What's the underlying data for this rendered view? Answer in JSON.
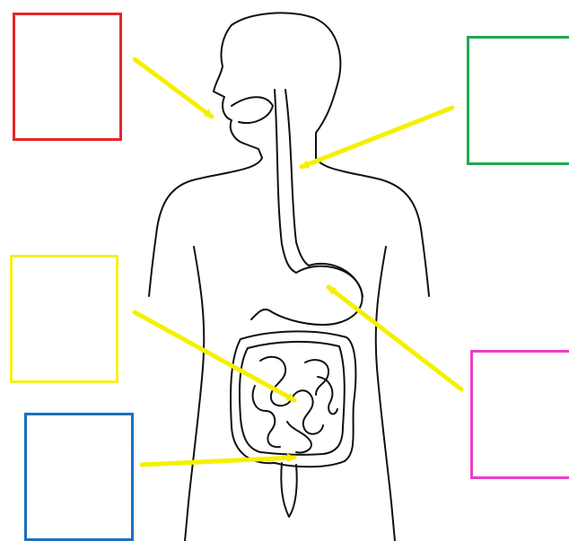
{
  "diagram": {
    "subject": "human-digestive-system-outline",
    "label_boxes": [
      {
        "id": "mouth",
        "label": "",
        "border_color": "#e5262a",
        "points_to": "mouth"
      },
      {
        "id": "esophagus",
        "label": "",
        "border_color": "#1fa84f",
        "points_to": "esophagus"
      },
      {
        "id": "small-intestine",
        "label": "",
        "border_color": "#f7f01f",
        "points_to": "small-intestine"
      },
      {
        "id": "large-intestine",
        "label": "",
        "border_color": "#1b6fc2",
        "points_to": "large-intestine"
      },
      {
        "id": "stomach",
        "label": "",
        "border_color": "#ee3cc9",
        "points_to": "stomach"
      }
    ],
    "arrow_color": "#f5f000",
    "line_color": "#111111"
  }
}
